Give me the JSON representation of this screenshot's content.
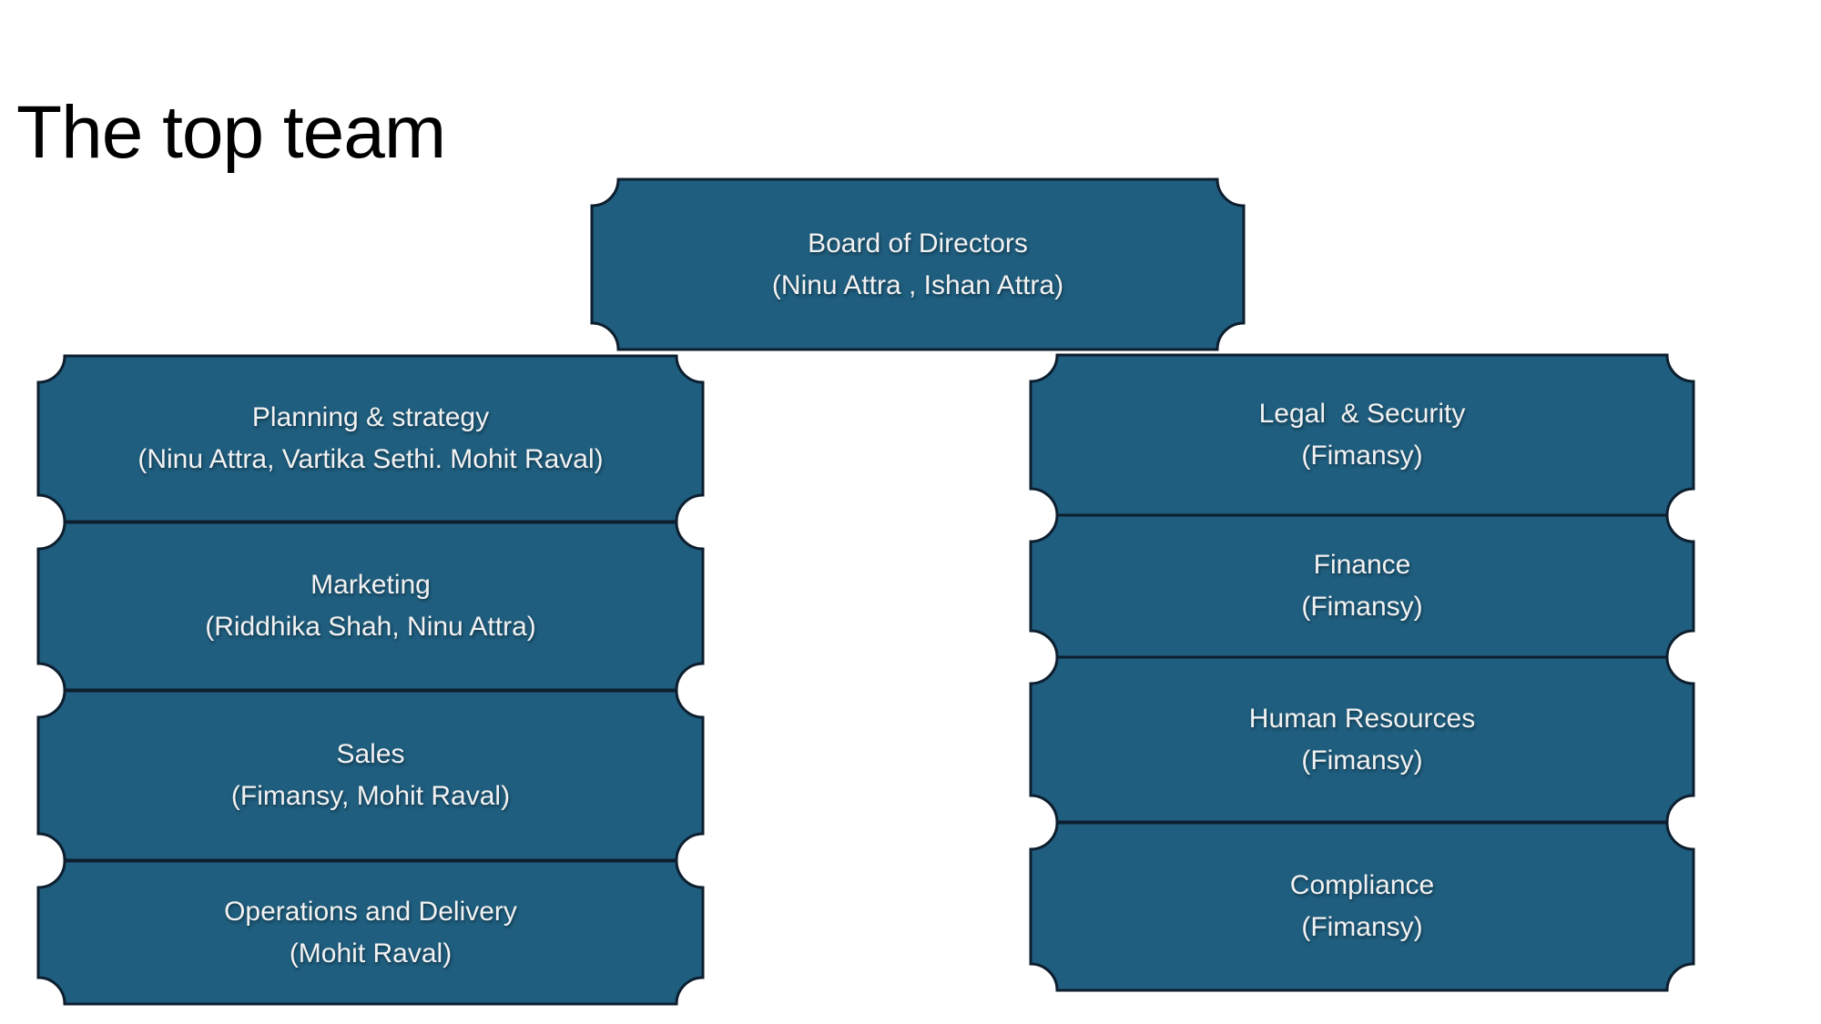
{
  "slide": {
    "title": "The top team"
  },
  "theme": {
    "background": "#FFFFFF",
    "title_color": "#000000",
    "box_fill": "#1F5E7E",
    "box_border": "#0D1E2F",
    "box_text_color": "#F2F2F2"
  },
  "org_chart": {
    "root": {
      "title": "Board of Directors",
      "members": "(Ninu Attra , Ishan Attra)"
    },
    "left_column": [
      {
        "title": "Planning & strategy",
        "members": "(Ninu Attra, Vartika Sethi. Mohit Raval)"
      },
      {
        "title": "Marketing",
        "members": "(Riddhika Shah, Ninu Attra)"
      },
      {
        "title": "Sales",
        "members": "(Fimansy, Mohit Raval)"
      },
      {
        "title": "Operations and Delivery",
        "members": "(Mohit Raval)"
      }
    ],
    "right_column": [
      {
        "title": "Legal  & Security",
        "members": "(Fimansy)"
      },
      {
        "title": "Finance",
        "members": "(Fimansy)"
      },
      {
        "title": "Human Resources",
        "members": "(Fimansy)"
      },
      {
        "title": "Compliance",
        "members": "(Fimansy)"
      }
    ]
  }
}
